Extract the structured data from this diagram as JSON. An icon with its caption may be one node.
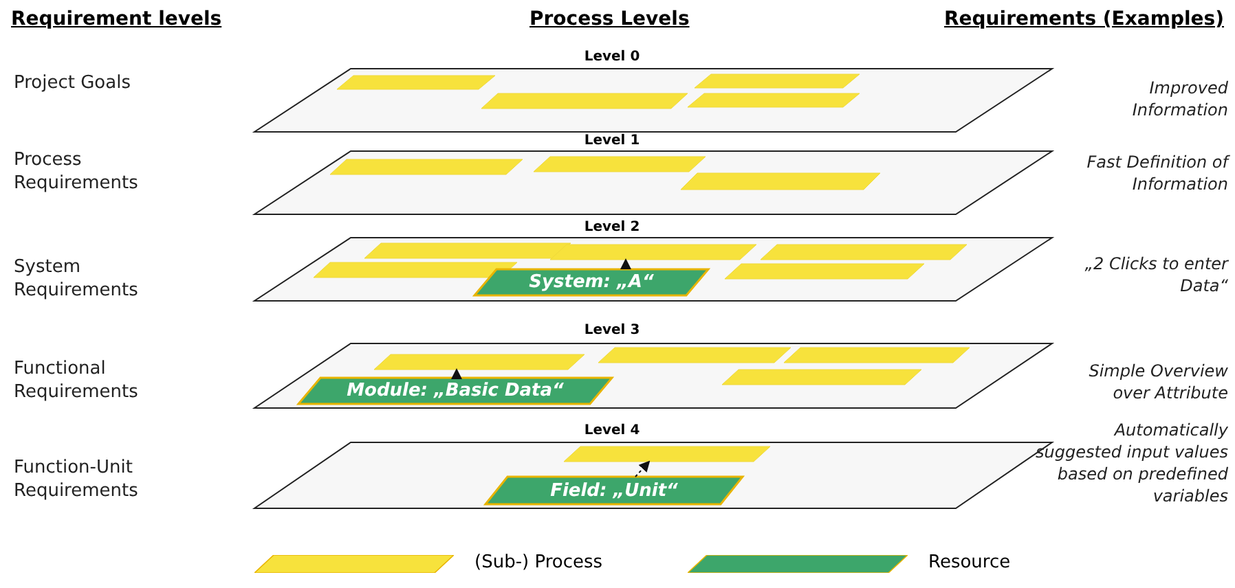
{
  "diagram": {
    "nodes": [
      {
        "text": [
          "Level 0"
        ]
      },
      {
        "text": [],
        "shape": "parallelogram",
        "in": 0
      },
      {
        "text": [],
        "shape": "parallelogram",
        "in": 0
      },
      {
        "text": [],
        "shape": "parallelogram",
        "in": 0
      },
      {
        "text": [],
        "shape": "parallelogram",
        "in": 0
      },
      {
        "text": [
          "Level 1"
        ]
      },
      {
        "text": [],
        "shape": "parallelogram",
        "in": 5
      },
      {
        "text": [],
        "shape": "parallelogram",
        "in": 5
      },
      {
        "text": [],
        "shape": "parallelogram",
        "in": 5
      },
      {
        "text": [
          "Level 2"
        ]
      },
      {
        "text": [],
        "shape": "parallelogram",
        "in": 9
      },
      {
        "text": [],
        "shape": "parallelogram",
        "in": 9
      },
      {
        "text": [],
        "shape": "parallelogram",
        "in": 9
      },
      {
        "text": [],
        "shape": "parallelogram",
        "in": 9
      },
      {
        "text": [],
        "shape": "parallelogram",
        "in": 9
      },
      {
        "text": [
          "System: „A“"
        ],
        "in": 9
      },
      {
        "text": [
          "Level 3"
        ]
      },
      {
        "text": [],
        "shape": "parallelogram",
        "in": 16
      },
      {
        "text": [],
        "shape": "parallelogram",
        "in": 16
      },
      {
        "text": [],
        "shape": "parallelogram",
        "in": 16
      },
      {
        "text": [],
        "shape": "parallelogram",
        "in": 16
      },
      {
        "text": [
          "Module: „Basic Data“"
        ],
        "in": 16
      },
      {
        "text": [
          "Level 4"
        ]
      },
      {
        "text": [],
        "shape": "parallelogram",
        "in": 22
      },
      {
        "text": [
          "Field: „Unit“"
        ],
        "in": 22
      }
    ],
    "edges": [
      {
        "from": 15,
        "to": 12,
        "arrow": "to"
      },
      {
        "from": 21,
        "to": 17,
        "arrow": "to"
      },
      {
        "from": 24,
        "to": 23,
        "arrow": "to",
        "style": "dashed"
      }
    ],
    "labels": [
      "Requirement levels",
      "Process Levels",
      "Requirements (Examples)",
      "Project Goals",
      "Improved Information",
      "Process Requirements",
      "Fast Definition of Information",
      "System Requirements",
      "„2 Clicks to enter Data“",
      "Functional Requirements",
      "Simple Overview over Attribute",
      "Function-Unit Requirements",
      "Automatically suggested input values based on predefined variables"
    ],
    "legend": [
      {
        "text": "(Sub-) Process",
        "color": "#f7e23c"
      },
      {
        "text": "Resource",
        "color": "#3da66b"
      }
    ]
  }
}
